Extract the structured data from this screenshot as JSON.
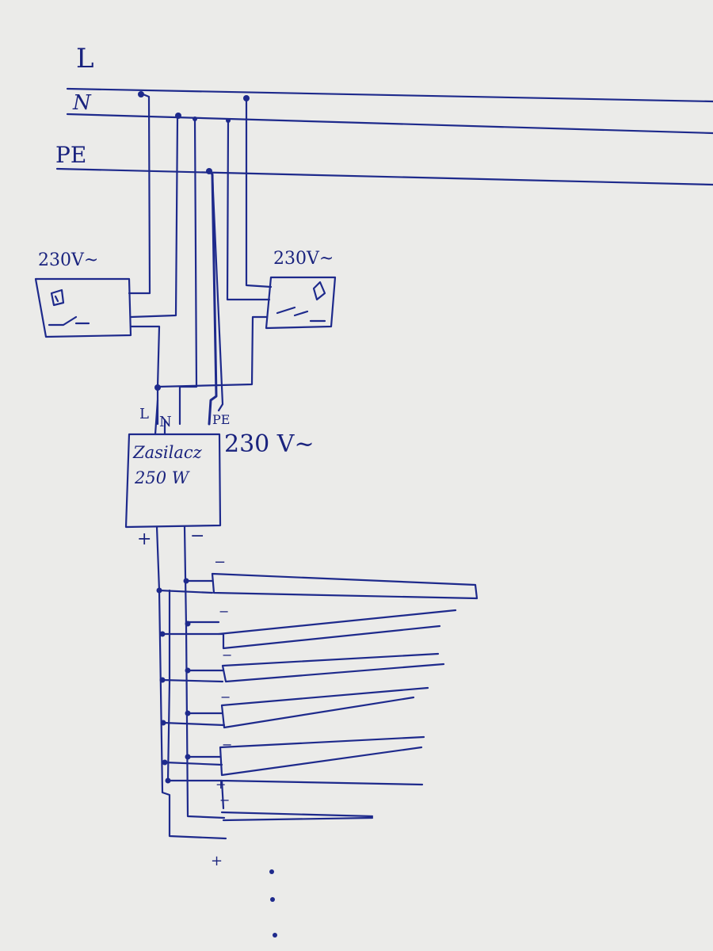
{
  "colors": {
    "paper": "#ebebe9",
    "ink": "#1e2a8c"
  },
  "bus": {
    "line": "L",
    "neutral": "N",
    "earth": "PE"
  },
  "switch_left": {
    "voltage": "230V~",
    "icon": "switch-icon"
  },
  "switch_right": {
    "voltage": "230V~",
    "icon": "switch-icon"
  },
  "driver": {
    "name_line1": "Ζasilacz",
    "name_line2": "250 W",
    "voltage": "230 V~",
    "term_L": "L",
    "term_N": "N",
    "term_PE": "PE",
    "out_plus": "+",
    "out_minus": "−"
  },
  "strips": {
    "count_drawn": 7,
    "minus_marks": [
      "−",
      "−",
      "−",
      "−",
      "−",
      "−"
    ],
    "plus_marks": [
      "+",
      "+"
    ]
  }
}
